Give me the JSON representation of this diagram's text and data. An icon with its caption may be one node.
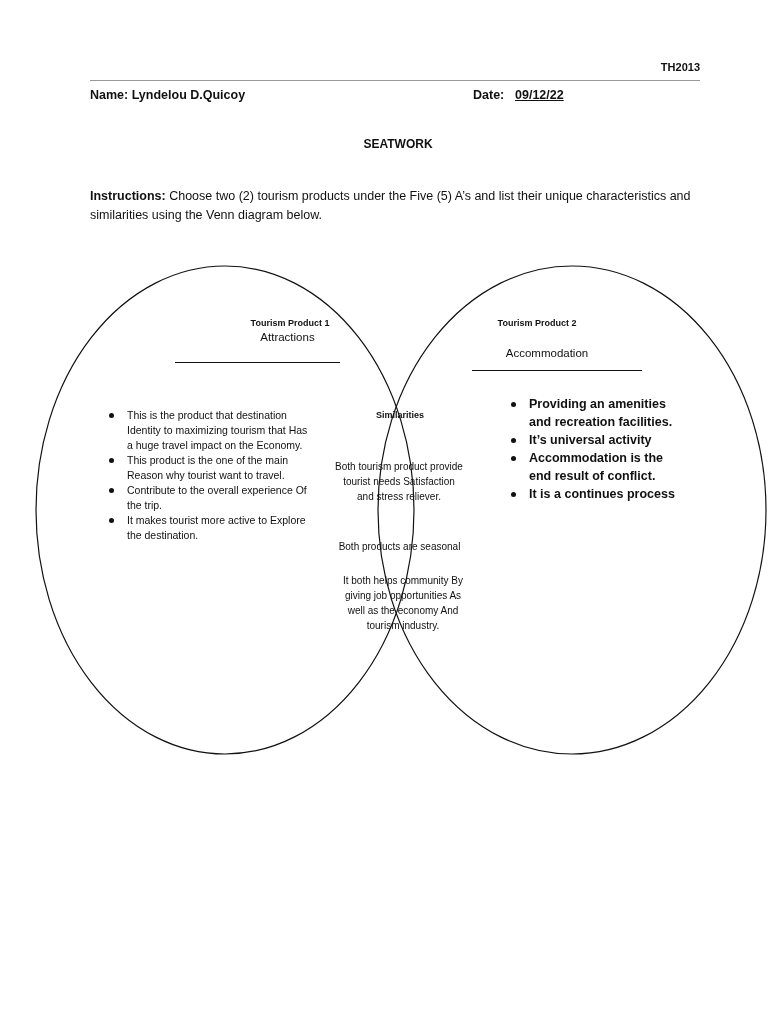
{
  "diagram": {
    "title": "SEATWORK",
    "nodes": [
      {
        "text": [
          "Tourism Product 1",
          "Attractions",
          "This is the product that destination Identity to maximizing tourism that Has a huge travel impact on the Economy.",
          "This product is the one of the main Reason why tourist want to travel.",
          "Contribute to the overall experience Of the trip.",
          "It makes tourist more active to Explore the destination."
        ]
      },
      {
        "text": [
          "Tourism Product 2",
          "Accommodation",
          "Providing an amenities and recreation facilities.",
          "It’s universal activity",
          "Accommodation is the end result of conflict.",
          "It is a continues process"
        ]
      }
    ],
    "labels": [
      "TH2013",
      "Name: Lyndelou D.Quicoy",
      "Date:",
      "09/12/22",
      "**Instructions:** Choose two (2) tourism products under the Five (5) A’s and list their unique characteristics and similarities using the Venn diagram below.",
      "Similarities",
      "Both tourism product provide tourist needs Satisfaction and stress reliever.",
      "Both products are seasonal",
      "It both helps community By giving job opportunities As well as the economy And tourism industry."
    ]
  }
}
